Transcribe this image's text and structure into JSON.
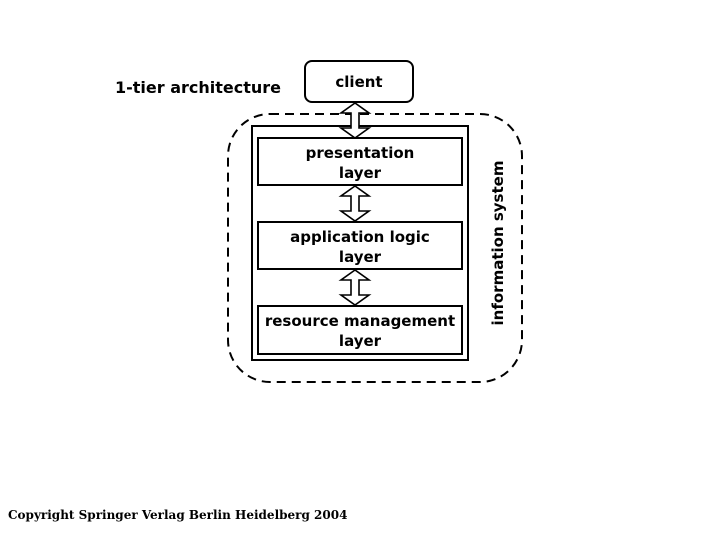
{
  "title": "1-tier architecture",
  "client": {
    "label": "client"
  },
  "system": {
    "label": "information system"
  },
  "layers": [
    {
      "line1": "presentation",
      "line2": "layer"
    },
    {
      "line1": "application logic",
      "line2": "layer"
    },
    {
      "line1": "resource management",
      "line2": "layer"
    }
  ],
  "copyright": "Copyright Springer Verlag Berlin Heidelberg 2004"
}
